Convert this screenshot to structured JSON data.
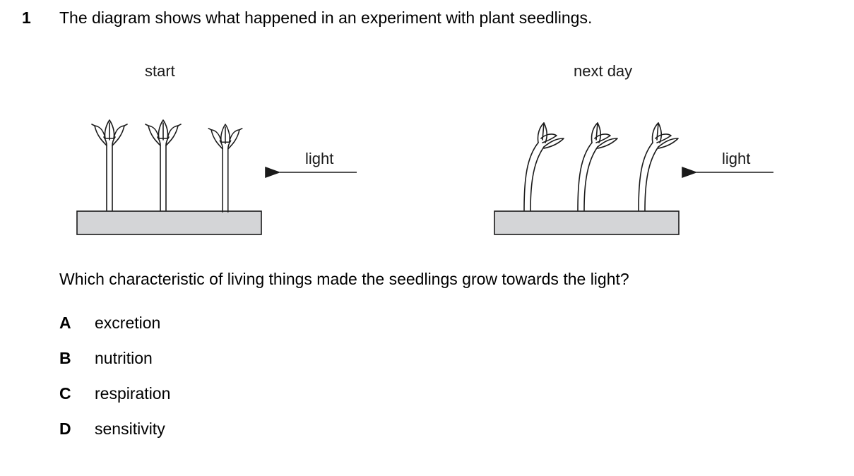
{
  "question": {
    "number": "1",
    "stem": "The diagram shows what happened in an experiment with plant seedlings.",
    "prompt": "Which characteristic of living things made the seedlings grow towards the light?"
  },
  "diagram": {
    "left_panel": {
      "caption": "start",
      "arrow_label": "light"
    },
    "right_panel": {
      "caption": "next day",
      "arrow_label": "light"
    },
    "colors": {
      "soil_tray": "#d4d5d7",
      "line": "#1a1a1a"
    }
  },
  "options": [
    {
      "letter": "A",
      "text": "excretion"
    },
    {
      "letter": "B",
      "text": "nutrition"
    },
    {
      "letter": "C",
      "text": "respiration"
    },
    {
      "letter": "D",
      "text": "sensitivity"
    }
  ]
}
